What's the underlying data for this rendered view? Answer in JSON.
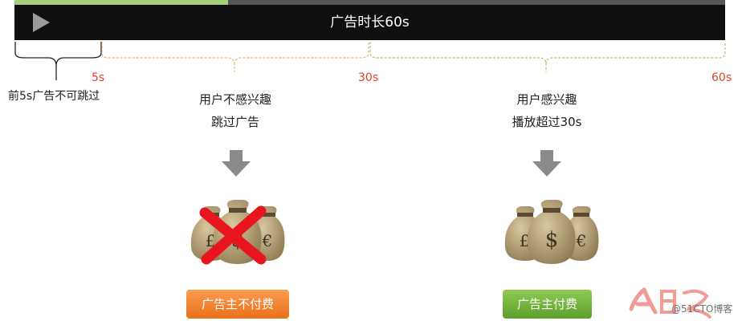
{
  "player": {
    "title": "广告时长60s",
    "progress": 0.3
  },
  "timeline": {
    "mark_5s": "5s",
    "mark_30s": "30s",
    "mark_60s": "60s",
    "unskippable_caption": "前5s广告不可跳过",
    "colors": {
      "black_brace": "#222222",
      "orange_brace": "#f0b074",
      "green_brace": "#9cc86a",
      "mark_text": "#e03f2f"
    }
  },
  "left_branch": {
    "line1": "用户不感兴趣",
    "line2": "跳过广告",
    "icon": "money-bags-crossed-icon",
    "button_label": "广告主不付费",
    "button_color": "#f08232"
  },
  "right_branch": {
    "line1": "用户感兴趣",
    "line2": "播放超过30s",
    "icon": "money-bags-icon",
    "button_label": "广告主付费",
    "button_color": "#6aab35"
  },
  "watermark": {
    "text": "@51CTO博客"
  }
}
